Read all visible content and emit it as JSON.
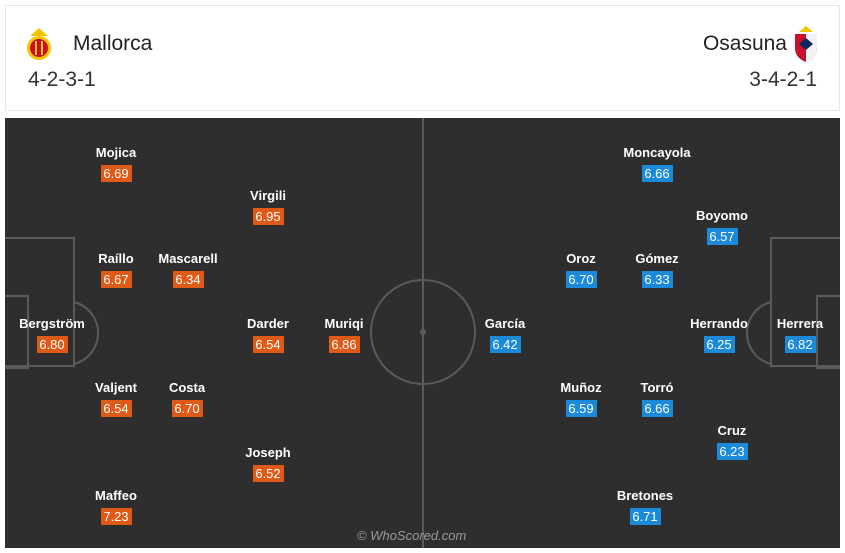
{
  "home": {
    "name": "Mallorca",
    "formation": "4-2-3-1",
    "colors": {
      "rating_bg": "#e05a17",
      "crest_primary": "#c8102e",
      "crest_accent": "#f5c400"
    },
    "crest_icon": "mallorca-crest-icon"
  },
  "away": {
    "name": "Osasuna",
    "formation": "3-4-2-1",
    "colors": {
      "rating_bg": "#1b8ad9",
      "crest_primary": "#c8102e",
      "crest_accent": "#0a2a5c"
    },
    "crest_icon": "osasuna-crest-icon"
  },
  "players": {
    "home": [
      {
        "name": "Bergström",
        "rating": "6.80"
      },
      {
        "name": "Mojica",
        "rating": "6.69"
      },
      {
        "name": "Raíllo",
        "rating": "6.67"
      },
      {
        "name": "Valjent",
        "rating": "6.54"
      },
      {
        "name": "Maffeo",
        "rating": "7.23"
      },
      {
        "name": "Mascarell",
        "rating": "6.34"
      },
      {
        "name": "Costa",
        "rating": "6.70"
      },
      {
        "name": "Virgili",
        "rating": "6.95"
      },
      {
        "name": "Darder",
        "rating": "6.54"
      },
      {
        "name": "Joseph",
        "rating": "6.52"
      },
      {
        "name": "Muriqi",
        "rating": "6.86"
      }
    ],
    "away": [
      {
        "name": "Herrera",
        "rating": "6.82"
      },
      {
        "name": "Herrando",
        "rating": "6.25"
      },
      {
        "name": "Boyomo",
        "rating": "6.57"
      },
      {
        "name": "Cruz",
        "rating": "6.23"
      },
      {
        "name": "Moncayola",
        "rating": "6.66"
      },
      {
        "name": "Gómez",
        "rating": "6.33"
      },
      {
        "name": "Torró",
        "rating": "6.66"
      },
      {
        "name": "Bretones",
        "rating": "6.71"
      },
      {
        "name": "Oroz",
        "rating": "6.70"
      },
      {
        "name": "Muñoz",
        "rating": "6.59"
      },
      {
        "name": "García",
        "rating": "6.42"
      }
    ]
  },
  "watermark": "© WhoScored.com"
}
